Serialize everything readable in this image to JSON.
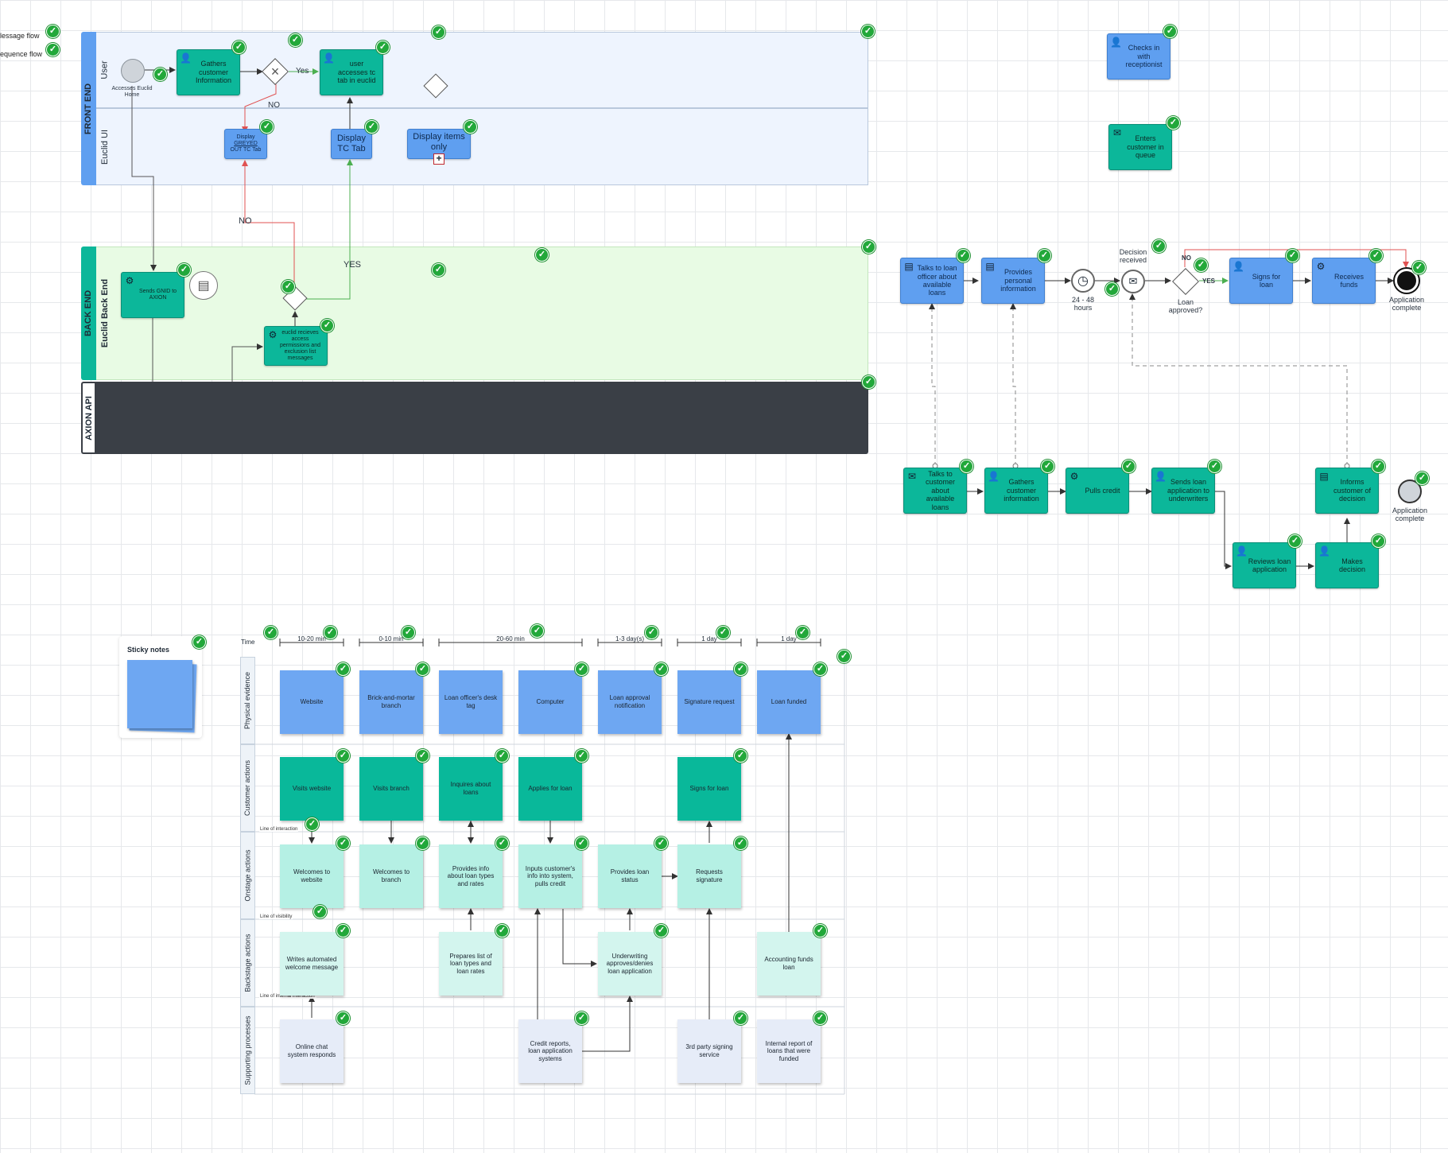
{
  "legend": {
    "message_flow": "lessage flow",
    "sequence_flow": "equence flow"
  },
  "pools": {
    "front_end": {
      "label": "FRONT END",
      "lanes": [
        "User",
        "Euclid UI"
      ]
    },
    "back_end": {
      "label": "BACK END",
      "lanes": [
        "Euclid Back End"
      ]
    },
    "axion": {
      "label": "AXION API"
    }
  },
  "front": {
    "start_label": "Accesses Euclid Home",
    "gathers": "Gathers customer Information",
    "user_access": "user accesses tc tab in euclid",
    "yes": "Yes",
    "no": "NO",
    "greyed": [
      "Display",
      "GREYED",
      "OUT TC Tab"
    ],
    "tc_tab": "Display TC Tab",
    "items_only": "Display items only"
  },
  "back": {
    "sends": "Sends GNID to AXION",
    "receives": "euclid recieves access permissions and exclusion list messages",
    "no": "NO",
    "yes": "YES"
  },
  "right_top": {
    "checks_in": "Checks in with receptionist",
    "enters_queue": "Enters customer in queue"
  },
  "loan_top": {
    "talks": "Talks to loan officer about available loans",
    "provides": "Provides personal information",
    "timer": "24 - 48 hours",
    "decision_received": "Decision received",
    "no": "NO",
    "yes": "YES",
    "approved": "Loan approved?",
    "signs": "Signs for loan",
    "receives_funds": "Receives funds",
    "complete": "Application complete"
  },
  "loan_bottom": {
    "talks": "Talks to customer about available loans",
    "gathers": "Gathers customer information",
    "pulls": "Pulls credit",
    "sends": "Sends loan application to underwriters",
    "informs": "Informs customer of decision",
    "reviews": "Reviews loan application",
    "decision": "Makes decision",
    "complete": "Application complete"
  },
  "sticky_notes": {
    "title": "Sticky notes"
  },
  "blueprint": {
    "time_label": "Time",
    "times": [
      "10-20 min",
      "0-10 min",
      "20-60 min",
      "1-3 day(s)",
      "1 day",
      "1 day"
    ],
    "rows": [
      "Physical evidence",
      "Customer actions",
      "Onstage actions",
      "Backstage actions",
      "Supporting processes"
    ],
    "lines": [
      "Line of interaction",
      "Line of visibility",
      "Line of internal interaction"
    ],
    "physical": [
      "Website",
      "Brick-and-mortar branch",
      "Loan officer's desk tag",
      "Computer",
      "Loan approval notification",
      "Signature request",
      "Loan funded"
    ],
    "customer": [
      "Visits website",
      "Visits branch",
      "Inquires about loans",
      "Applies for loan",
      "Signs for loan"
    ],
    "onstage": [
      "Welcomes to website",
      "Welcomes to branch",
      "Provides info about loan types and rates",
      "Inputs customer's info into system, pulls credit",
      "Provides loan status",
      "Requests signature"
    ],
    "backstage": [
      "Writes automated welcome message",
      "Prepares list of loan types and loan rates",
      "Underwriting approves/denies loan application",
      "Accounting funds loan"
    ],
    "support": [
      "Online chat system responds",
      "Credit reports, loan application systems",
      "3rd party signing service",
      "Internal report of loans that were funded"
    ]
  },
  "icons": [
    "check-icon",
    "user-icon",
    "gear-icon",
    "envelope-icon",
    "clock-icon",
    "gateway-icon",
    "plus-icon",
    "document-icon"
  ],
  "colors": {
    "teal": "#0cb79a",
    "blue": "#5f9ff0",
    "front_lane": "#eef4fe",
    "back_lane": "#e8fbe4",
    "axion": "#3a3f46",
    "check": "#22a83a"
  }
}
